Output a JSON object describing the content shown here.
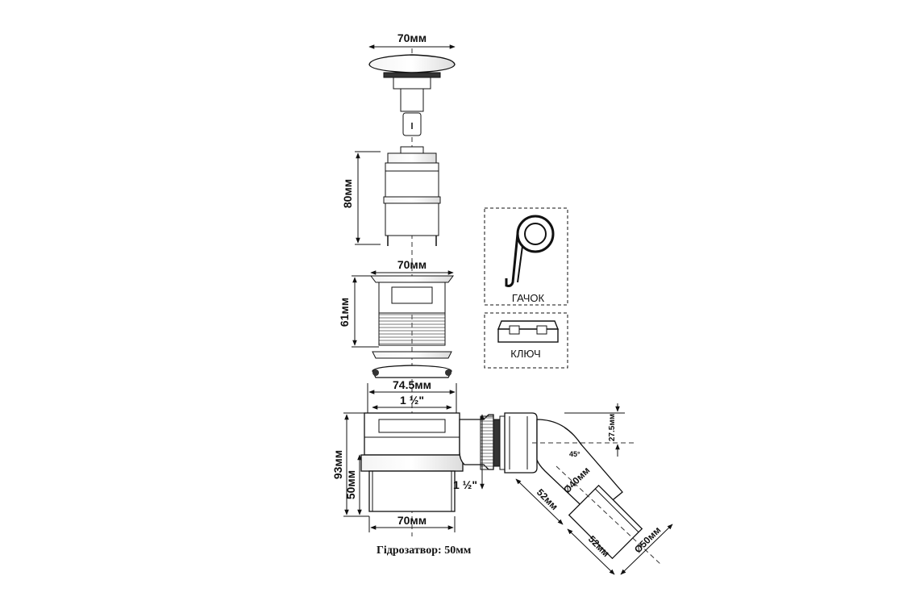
{
  "dimensions": {
    "cap_width": "70мм",
    "basket_height": "80мм",
    "flange_width": "70мм",
    "drain_height": "61мм",
    "body_top_width": "74.5мм",
    "thread_top": "1 ½\"",
    "body_height": "93мм",
    "bottom_height": "50мм",
    "thread_side": "1 ½\"",
    "bottom_width": "70мм",
    "elbow_offset": "27.5мм",
    "angle": "45°",
    "diam_40": "Ø40мм",
    "len_52_a": "52мм",
    "len_52_b": "52мм",
    "diam_50": "Ø50мм"
  },
  "parts": {
    "hook_label": "ГАЧОК",
    "key_label": "КЛЮЧ"
  },
  "note": "Гідрозатвор: 50мм"
}
